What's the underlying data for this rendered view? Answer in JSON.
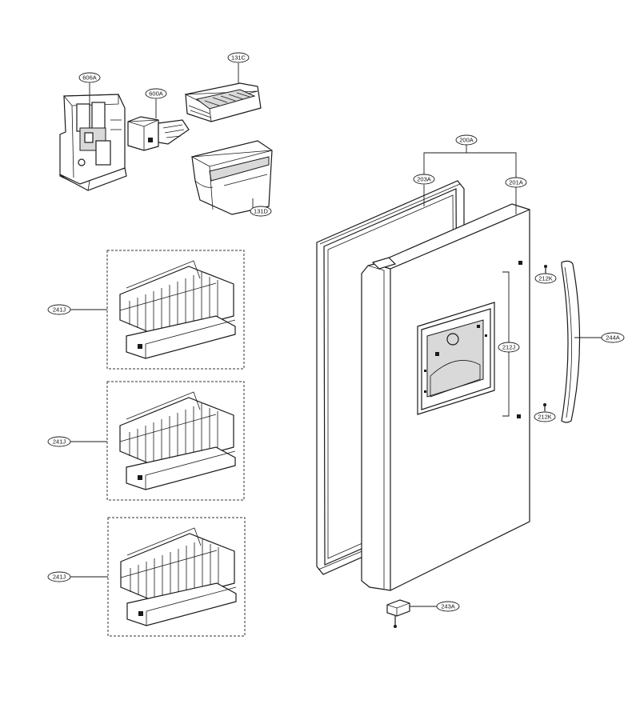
{
  "callouts": {
    "c606A": "606A",
    "c600A": "600A",
    "c131C": "131C",
    "c131D": "131D",
    "c241J_1": "241J",
    "c241J_2": "241J",
    "c241J_3": "241J",
    "c200A": "200A",
    "c203A": "203A",
    "c201A": "201A",
    "c212K_top": "212K",
    "c212J": "212J",
    "c212K_bottom": "212K",
    "c244A": "244A",
    "c243A": "243A"
  }
}
